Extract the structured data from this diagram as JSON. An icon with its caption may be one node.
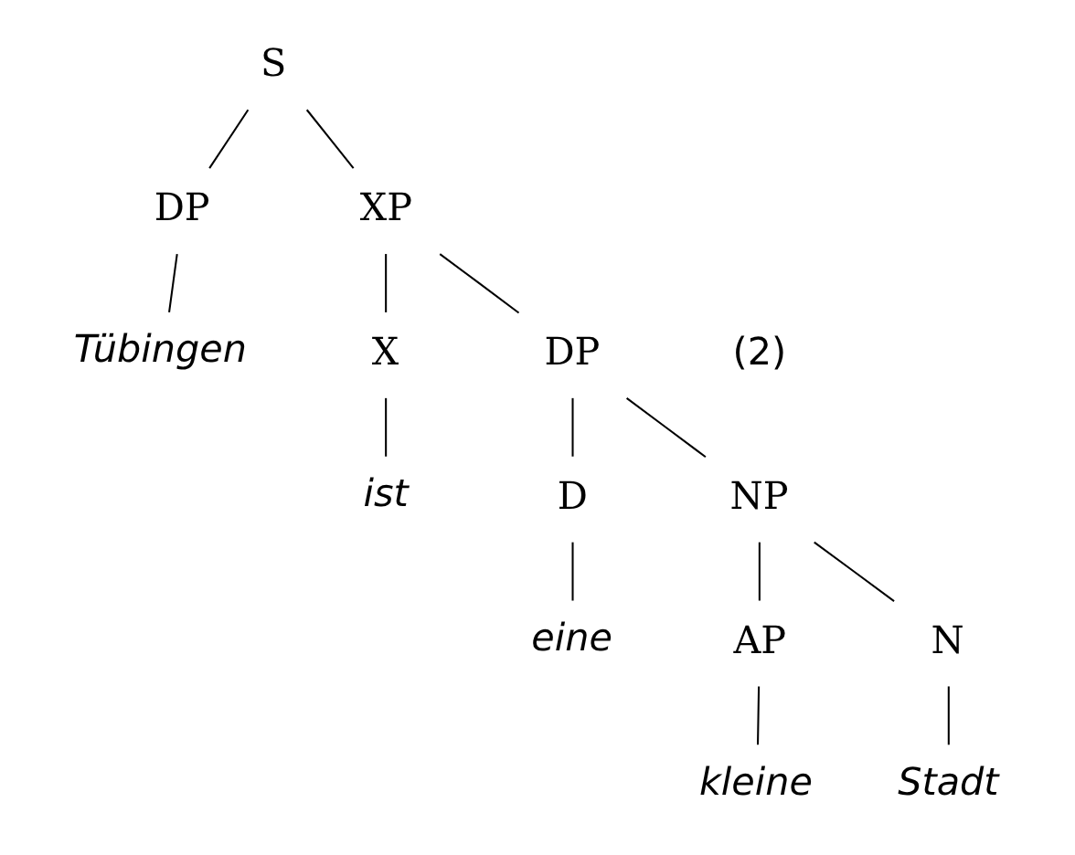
{
  "diagram": {
    "nodes": [
      {
        "text": [
          "S"
        ]
      },
      {
        "text": [
          "DP"
        ]
      },
      {
        "text": [
          "XP"
        ]
      },
      {
        "text": [
          "Tübingen"
        ]
      },
      {
        "text": [
          "X"
        ]
      },
      {
        "text": [
          "DP"
        ]
      },
      {
        "text": [
          "ist"
        ]
      },
      {
        "text": [
          "D"
        ]
      },
      {
        "text": [
          "NP"
        ]
      },
      {
        "text": [
          "eine"
        ]
      },
      {
        "text": [
          "AP"
        ]
      },
      {
        "text": [
          "N"
        ]
      },
      {
        "text": [
          "kleine"
        ]
      },
      {
        "text": [
          "Stadt"
        ]
      }
    ],
    "edges": [
      {
        "from": 0,
        "to": 1,
        "arrow": "none"
      },
      {
        "from": 0,
        "to": 2,
        "arrow": "none"
      },
      {
        "from": 1,
        "to": 3,
        "arrow": "none"
      },
      {
        "from": 2,
        "to": 4,
        "arrow": "none"
      },
      {
        "from": 2,
        "to": 5,
        "arrow": "none"
      },
      {
        "from": 4,
        "to": 6,
        "arrow": "none"
      },
      {
        "from": 5,
        "to": 7,
        "arrow": "none"
      },
      {
        "from": 5,
        "to": 8,
        "arrow": "none"
      },
      {
        "from": 7,
        "to": 9,
        "arrow": "none"
      },
      {
        "from": 8,
        "to": 10,
        "arrow": "none"
      },
      {
        "from": 8,
        "to": 11,
        "arrow": "none"
      },
      {
        "from": 10,
        "to": 12,
        "arrow": "none"
      },
      {
        "from": 11,
        "to": 13,
        "arrow": "none"
      }
    ],
    "labels": [
      "(2)"
    ]
  }
}
